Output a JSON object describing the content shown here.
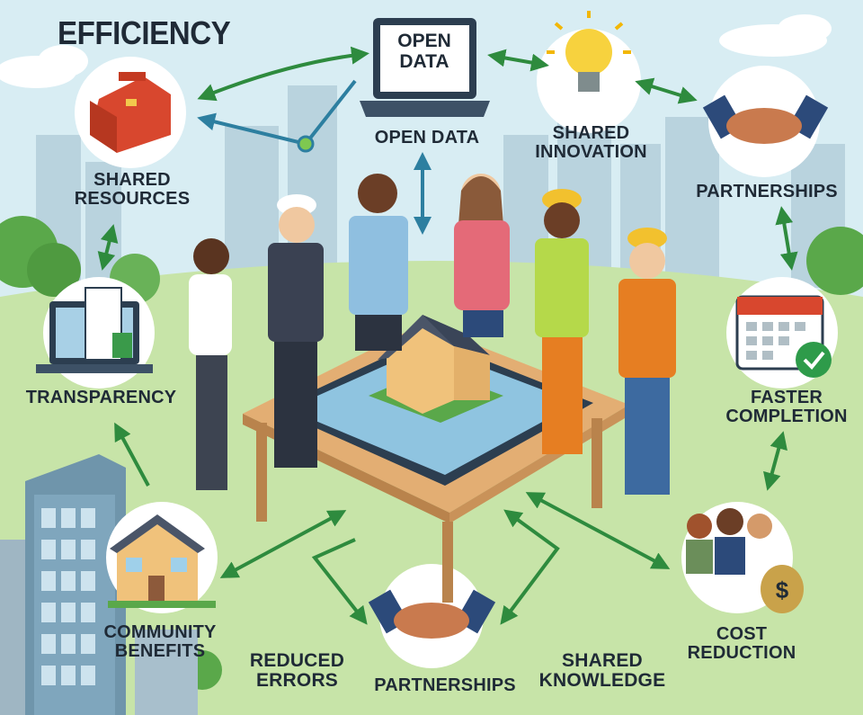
{
  "title": "EFFICIENCY",
  "laptop_screen": [
    "OPEN",
    "DATA"
  ],
  "nodes": {
    "open_data": "OPEN DATA",
    "shared_innovation": [
      "SHARED",
      "INNOVATION"
    ],
    "shared_resources": [
      "SHARED",
      "RESOURCES"
    ],
    "partnerships_top": "PARTNERSHIPS",
    "transparency": "TRANSPARENCY",
    "faster_completion": [
      "FASTER",
      "COMPLETION"
    ],
    "community_benefits": [
      "COMMUNITY",
      "BENEFITS"
    ],
    "reduced_errors": [
      "REDUCED",
      "ERRORS"
    ],
    "partnerships_bottom": "PARTNERSHIPS",
    "shared_knowledge": [
      "SHARED",
      "KNOWLEDGE"
    ],
    "cost_reduction": [
      "COST",
      "REDUCTION"
    ]
  },
  "icons": {
    "toolbox": "toolbox-icon",
    "laptop": "laptop-icon",
    "lightbulb": "lightbulb-icon",
    "handshake": "handshake-icon",
    "building_doc": "building-document-icon",
    "calendar": "calendar-check-icon",
    "house": "house-icon",
    "team_money": "team-money-icon"
  },
  "colors": {
    "arrow": "#2e8b3e",
    "sky": "#d6ebf2",
    "grass": "#bfe0a0",
    "label": "#1f2a36"
  }
}
